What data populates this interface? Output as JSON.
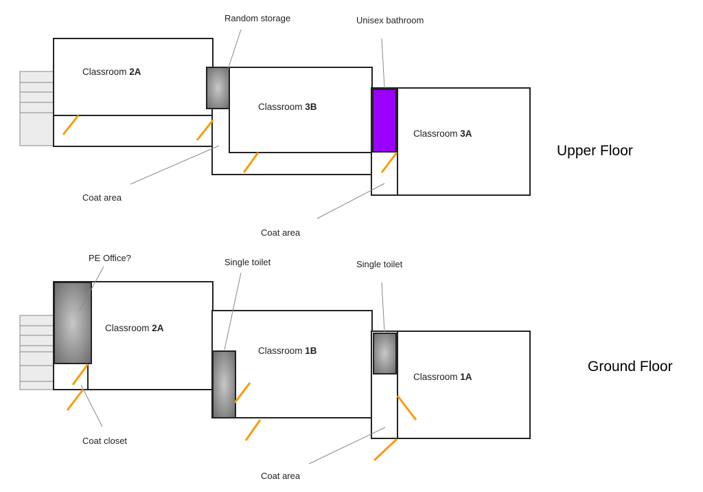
{
  "floors": [
    {
      "id": "upper",
      "title": "Upper Floor",
      "rooms": [
        {
          "prefix": "Classroom ",
          "code": "2A"
        },
        {
          "prefix": "Classroom ",
          "code": "3B"
        },
        {
          "prefix": "Classroom ",
          "code": "3A"
        }
      ],
      "annotations": {
        "storage": "Random storage",
        "bathroom": "Unisex bathroom",
        "coat_left": "Coat area",
        "coat_right": "Coat area"
      },
      "colors": {
        "bathroom": "#9900ff"
      }
    },
    {
      "id": "ground",
      "title": "Ground Floor",
      "rooms": [
        {
          "prefix": "Classroom ",
          "code": "2A"
        },
        {
          "prefix": "Classroom ",
          "code": "1B"
        },
        {
          "prefix": "Classroom ",
          "code": "1A"
        }
      ],
      "annotations": {
        "office": "PE Office?",
        "toilet_left": "Single toilet",
        "toilet_right": "Single toilet",
        "coat_closet": "Coat closet",
        "coat_area": "Coat area"
      }
    }
  ],
  "colors": {
    "door": "#ff9900",
    "wall": "#222222",
    "steps": "#ececec",
    "fixture_dark": "#666666"
  }
}
